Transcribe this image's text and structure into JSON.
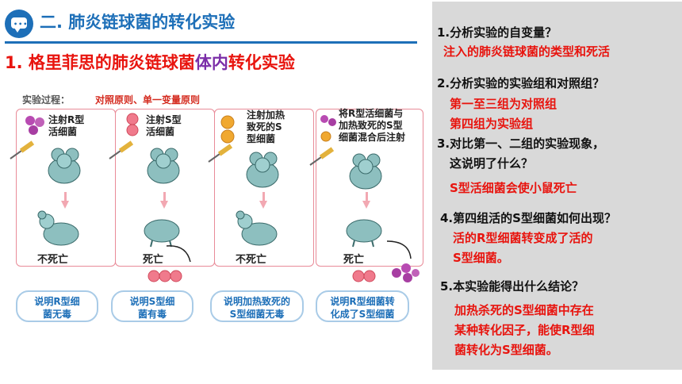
{
  "header": {
    "title": "二. 肺炎链球菌的转化实验"
  },
  "subtitle": {
    "part1": "1. 格里菲思的肺炎链球菌",
    "part2": "体内",
    "part3": "转化实验"
  },
  "process": {
    "label": "实验过程：",
    "principle": "对照原则、单一变量原则"
  },
  "panels": [
    {
      "line1": "注射R型",
      "line2": "活细菌",
      "line3": "",
      "line4": "",
      "result": "不死亡"
    },
    {
      "line1": "注射S型",
      "line2": "活细菌",
      "line3": "",
      "line4": "",
      "result": "死亡"
    },
    {
      "line1": "注射加热",
      "line2": "致死的S",
      "line3": "型细菌",
      "line4": "",
      "result": "不死亡"
    },
    {
      "line1": "将R型活细菌与",
      "line2": "加热致死的S型",
      "line3": "细菌混合后注射",
      "line4": "",
      "result": "死亡"
    }
  ],
  "conclusions": [
    {
      "line1": "说明R型细",
      "line2": "菌无毒"
    },
    {
      "line1": "说明S型细",
      "line2": "菌有毒"
    },
    {
      "line1": "说明加热致死的",
      "line2": "S型细菌无毒"
    },
    {
      "line1": "说明R型细菌转",
      "line2": "化成了S型细菌"
    }
  ],
  "qa": {
    "q1": "1.分析实验的自变量？",
    "a1": "注入的肺炎链球菌的类型和死活",
    "q2": "2.分析实验的实验组和对照组？",
    "a2_1": "第一至三组为对照组",
    "a2_2": "第四组为实验组",
    "q3_1": "3.对比第一、二组的实验现象，",
    "q3_2": "这说明了什么？",
    "a3": "S型活细菌会使小鼠死亡",
    "q4": "4.第四组活的S型细菌如何出现？",
    "a4_1": "活的R型细菌转变成了活的",
    "a4_2": "S型细菌。",
    "q5": "5.本实验能得出什么结论？",
    "a5_1": "加热杀死的S型细菌中存在",
    "a5_2": "某种转化因子，能使R型细",
    "a5_3": "菌转化为S型细菌。"
  },
  "colors": {
    "accent_blue": "#1d6fb8",
    "answer_red": "#e8140e",
    "highlight_purple": "#7b2ea8",
    "panel_border": "#e98b98",
    "qa_background": "#d9d9d9"
  }
}
